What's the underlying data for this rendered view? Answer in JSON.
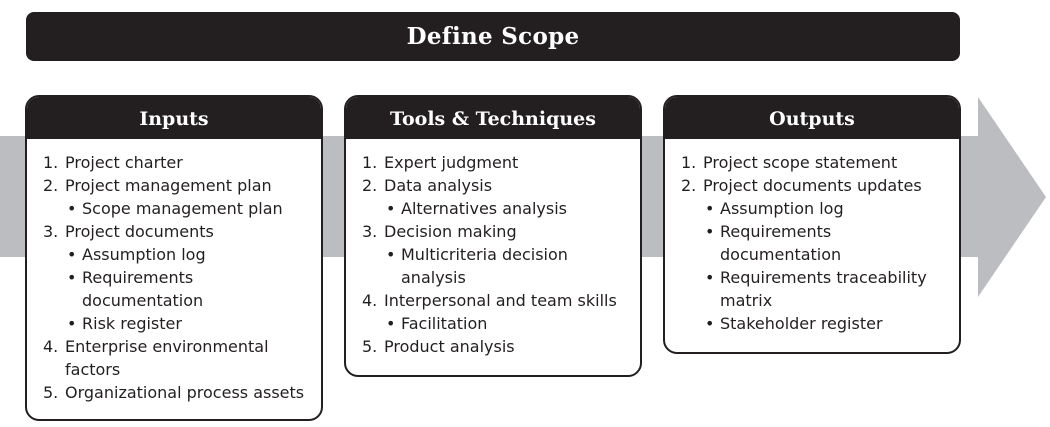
{
  "title": "Define Scope",
  "colors": {
    "dark": "#231f20",
    "arrow": "#bcbdc0",
    "box_fill": "#ffffff"
  },
  "inputs": {
    "heading": "Inputs",
    "items": [
      {
        "n": "1.",
        "text": "Project charter"
      },
      {
        "n": "2.",
        "text": "Project management plan"
      },
      {
        "n": "•",
        "text": "Scope management plan"
      },
      {
        "n": "3.",
        "text": "Project documents"
      },
      {
        "n": "•",
        "text": "Assumption log"
      },
      {
        "n": "•",
        "text": "Requirements"
      },
      {
        "text": "documentation"
      },
      {
        "n": "•",
        "text": "Risk register"
      },
      {
        "n": "4.",
        "text": "Enterprise environmental"
      },
      {
        "text": "factors"
      },
      {
        "n": "5.",
        "text": "Organizational process assets"
      }
    ]
  },
  "tools": {
    "heading": "Tools & Techniques",
    "items": [
      {
        "n": "1.",
        "text": "Expert judgment"
      },
      {
        "n": "2.",
        "text": "Data analysis"
      },
      {
        "n": "•",
        "text": "Alternatives analysis"
      },
      {
        "n": "3.",
        "text": "Decision making"
      },
      {
        "n": "•",
        "text": "Multicriteria decision"
      },
      {
        "text": "analysis"
      },
      {
        "n": "4.",
        "text": "Interpersonal and team skills"
      },
      {
        "n": "•",
        "text": "Facilitation"
      },
      {
        "n": "5.",
        "text": "Product analysis"
      }
    ]
  },
  "outputs": {
    "heading": "Outputs",
    "items": [
      {
        "n": "1.",
        "text": "Project scope statement"
      },
      {
        "n": "2.",
        "text": "Project documents updates"
      },
      {
        "n": "•",
        "text": "Assumption log"
      },
      {
        "n": "•",
        "text": "Requirements"
      },
      {
        "text": "documentation"
      },
      {
        "n": "•",
        "text": "Requirements traceability"
      },
      {
        "text": "matrix"
      },
      {
        "n": "•",
        "text": "Stakeholder register"
      }
    ]
  }
}
